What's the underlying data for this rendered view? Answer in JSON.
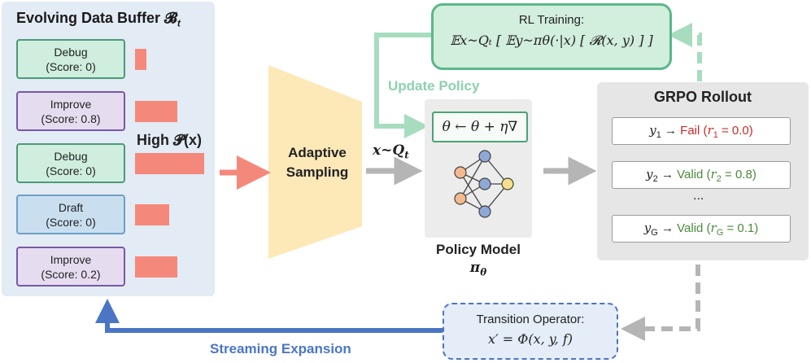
{
  "buffer": {
    "title": "Evolving Data Buffer 𝓑",
    "title_sub": "t",
    "cards": [
      {
        "line1": "Debug",
        "line2": "(Score: 0)",
        "type": "debug",
        "weight": 0.15
      },
      {
        "line1": "Improve",
        "line2": "(Score: 0.8)",
        "type": "improve",
        "weight": 0.55
      },
      {
        "line1": "Debug",
        "line2": "(Score: 0)",
        "type": "debug",
        "weight": 0.9
      },
      {
        "line1": "Draft",
        "line2": "(Score: 0)",
        "type": "draft",
        "weight": 0.45
      },
      {
        "line1": "Improve",
        "line2": "(Score: 0.2)",
        "type": "improve",
        "weight": 0.55
      }
    ],
    "high_label": "High 𝓟(x)"
  },
  "sampling": {
    "line1": "Adaptive",
    "line2": "Sampling",
    "arrow_label": "x~Q",
    "arrow_label_sub": "t"
  },
  "policy": {
    "update": "θ ← θ + η∇",
    "title": "Policy Model",
    "symbol": "π",
    "symbol_sub": "θ"
  },
  "rl": {
    "title": "RL Training:",
    "formula": "𝔼x~Qₜ [ 𝔼y~πθ(·|x) [ 𝓡(x, y) ] ]",
    "update_label": "Update Policy"
  },
  "grpo": {
    "title": "GRPO Rollout",
    "rollouts": [
      {
        "y": "y",
        "sub": "1",
        "status": "Fail",
        "r_sub": "1",
        "value": "0.0",
        "kind": "fail"
      },
      {
        "y": "y",
        "sub": "2",
        "status": "Valid",
        "r_sub": "2",
        "value": "0.8",
        "kind": "valid"
      },
      {
        "y": "y",
        "sub": "G",
        "status": "Valid",
        "r_sub": "G",
        "value": "0.1",
        "kind": "valid"
      }
    ],
    "ellipsis": "..."
  },
  "transition": {
    "title": "Transition Operator:",
    "formula": "x′ = Φ(x, y, f)",
    "stream_label": "Streaming Expansion"
  },
  "colors": {
    "bar": "#f4887a",
    "green": "#5ab88a",
    "blue": "#4a76c4",
    "gray": "#b5b5b5"
  }
}
